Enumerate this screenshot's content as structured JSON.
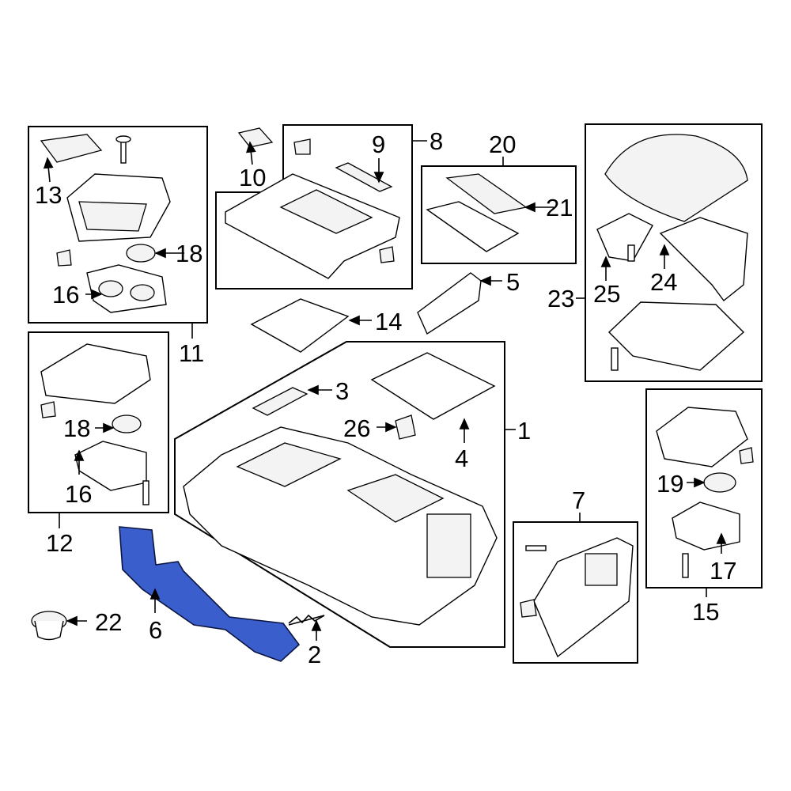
{
  "diagram": {
    "highlight_color": "#3a5fcd",
    "callouts": {
      "c1": "1",
      "c2": "2",
      "c3": "3",
      "c4": "4",
      "c5": "5",
      "c6": "6",
      "c7": "7",
      "c8": "8",
      "c9": "9",
      "c10": "10",
      "c11": "11",
      "c12": "12",
      "c13": "13",
      "c14": "14",
      "c15": "15",
      "c16a": "16",
      "c16b": "16",
      "c17": "17",
      "c18a": "18",
      "c18b": "18",
      "c19": "19",
      "c20": "20",
      "c21": "21",
      "c22": "22",
      "c23": "23",
      "c24": "24",
      "c25": "25",
      "c26": "26"
    },
    "highlighted_part": "6"
  }
}
